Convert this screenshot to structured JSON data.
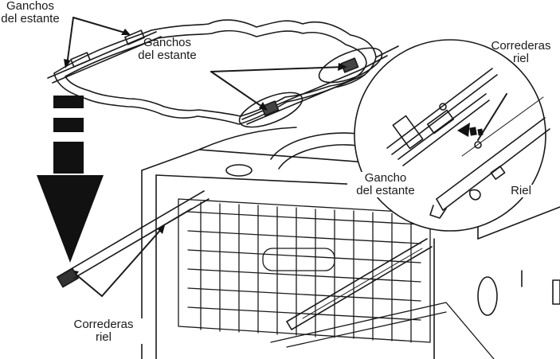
{
  "labels": {
    "top_left": {
      "line1": "Ganchos",
      "line2": "del estante"
    },
    "top_center": {
      "line1": "Ganchos",
      "line2": "del estante"
    },
    "top_right": {
      "line1": "Correderas",
      "line2": "riel"
    },
    "inset_hook": {
      "line1": "Gancho",
      "line2": "del estante"
    },
    "inset_rail": {
      "line1": "Riel"
    },
    "bottom_left": {
      "line1": "Correderas",
      "line2": "riel"
    }
  },
  "colors": {
    "ink": "#1a1a1a",
    "arrow": "#111111",
    "background": "#ffffff"
  }
}
